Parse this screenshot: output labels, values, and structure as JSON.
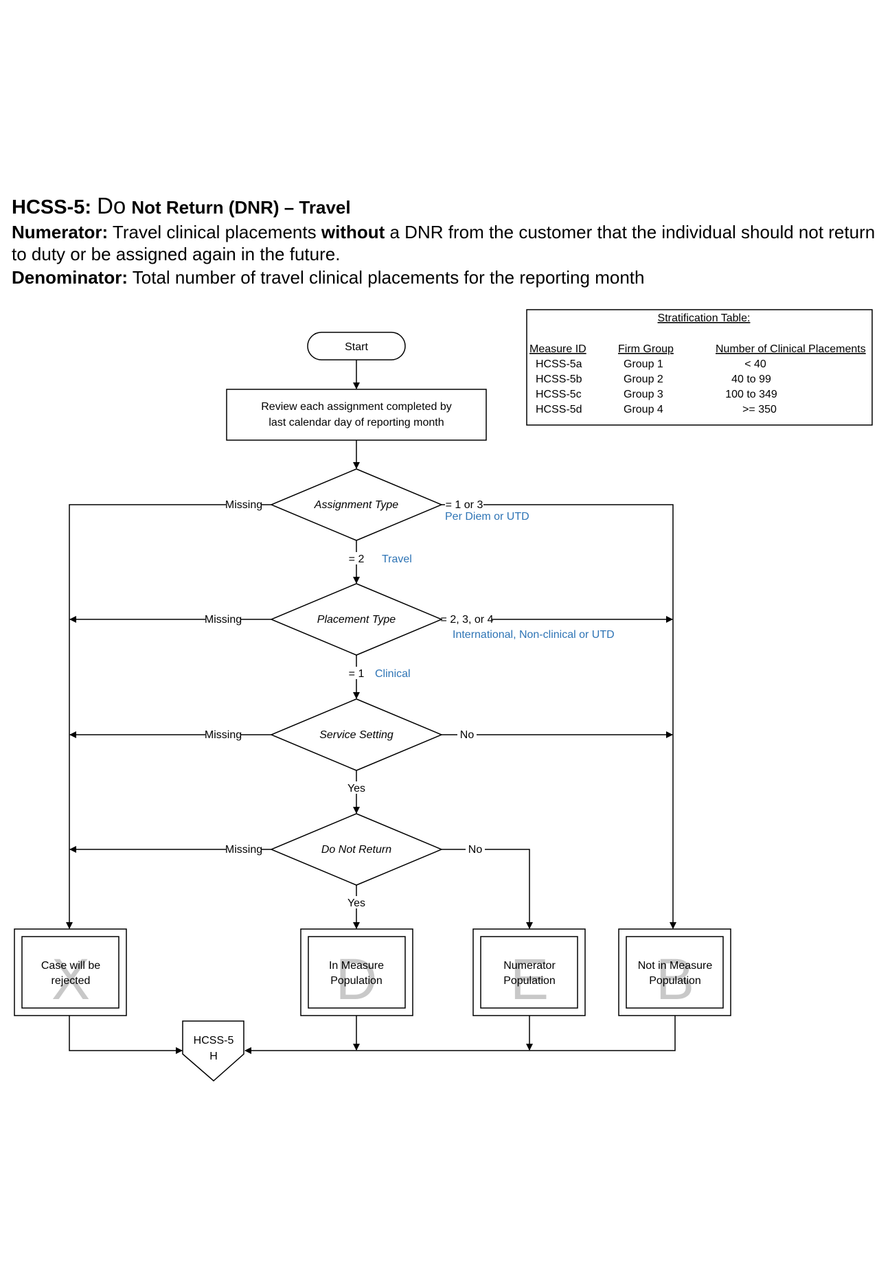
{
  "title": {
    "code": "HCSS-5:",
    "do": "Do",
    "rest": "Not Return (DNR) – Travel"
  },
  "numerator": {
    "label": "Numerator:",
    "text_before": "Travel clinical placements",
    "bold": "without",
    "text_after": "a DNR from the customer that the individual should not return to duty or be assigned again in the future."
  },
  "denominator": {
    "label": "Denominator:",
    "text": "Total number of travel clinical placements for the reporting month"
  },
  "stratification": {
    "title": "Stratification Table:",
    "headers": [
      "Measure ID",
      "Firm Group",
      "Number of Clinical Placements"
    ],
    "rows": [
      [
        "HCSS-5a",
        "Group 1",
        "< 40"
      ],
      [
        "HCSS-5b",
        "Group 2",
        "40 to 99"
      ],
      [
        "HCSS-5c",
        "Group 3",
        "100 to 349"
      ],
      [
        "HCSS-5d",
        "Group 4",
        ">= 350"
      ]
    ]
  },
  "flow": {
    "start": "Start",
    "review_line1": "Review each assignment completed by",
    "review_line2": "last calendar day of reporting month",
    "decisions": {
      "assignment_type": "Assignment Type",
      "placement_type": "Placement Type",
      "service_setting": "Service Setting",
      "do_not_return": "Do Not Return"
    },
    "labels": {
      "missing": "Missing",
      "eq_1_or_3": "= 1 or 3",
      "per_diem": "Per Diem or UTD",
      "eq_2": "= 2",
      "travel": "Travel",
      "eq_2_3_4": "= 2, 3, or 4",
      "international": "International, Non-clinical or UTD",
      "eq_1": "= 1",
      "clinical": "Clinical",
      "yes": "Yes",
      "no": "No"
    },
    "outcomes": {
      "rejected": {
        "letter": "X",
        "line1": "Case will be",
        "line2": "rejected"
      },
      "in_measure": {
        "letter": "D",
        "line1": "In Measure",
        "line2": "Population"
      },
      "numerator": {
        "letter": "E",
        "line1": "Numerator",
        "line2": "Population"
      },
      "not_in_measure": {
        "letter": "B",
        "line1": "Not in Measure",
        "line2": "Population"
      }
    },
    "connector": {
      "line1": "HCSS-5",
      "line2": "H"
    }
  },
  "colors": {
    "blue_label": "#2e74b5",
    "watermark_letter": "#c8c8c8",
    "line": "#000000"
  }
}
